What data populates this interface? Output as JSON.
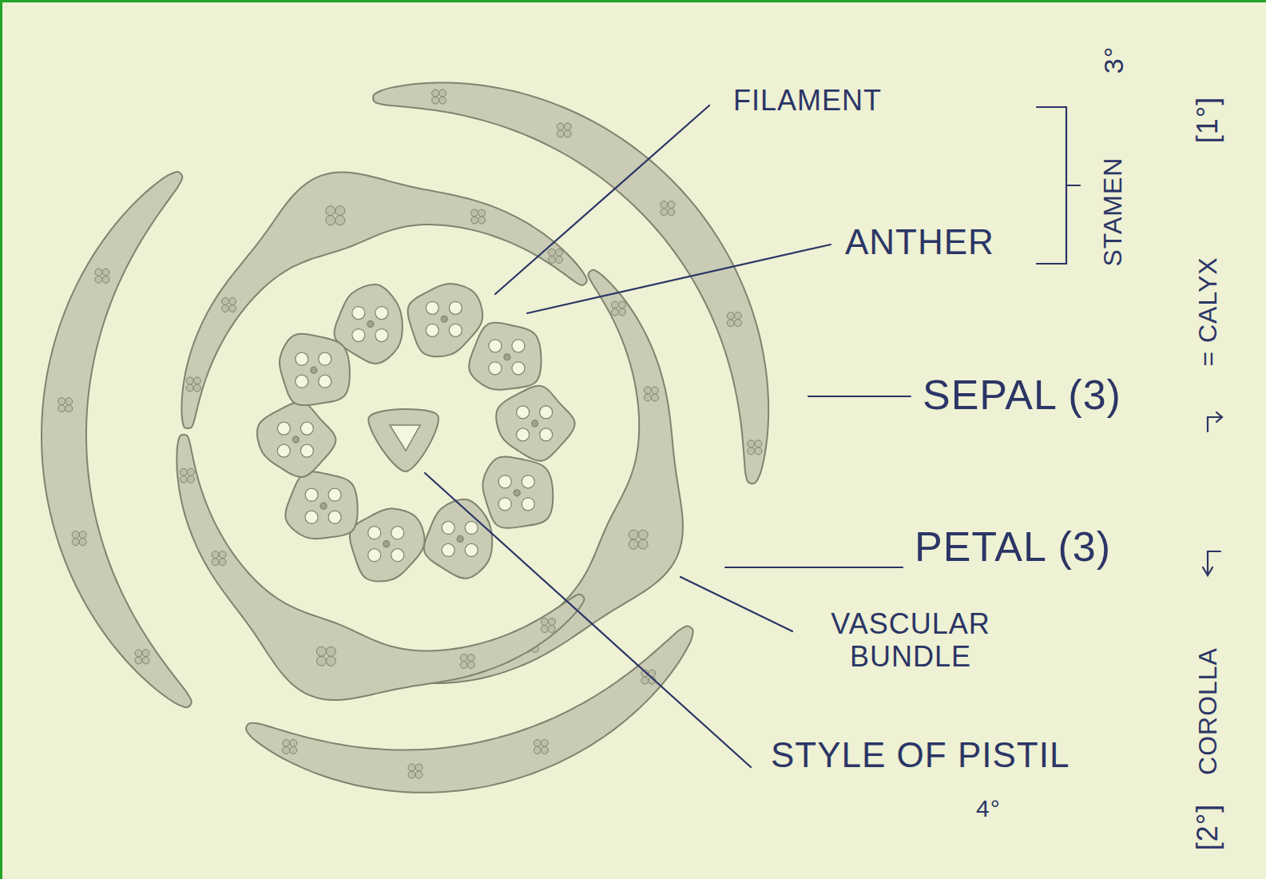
{
  "diagram": {
    "labels": [
      "FILAMENT",
      "ANTHER",
      "STAMEN",
      "3°",
      "SEPAL (3)",
      "= CALYX",
      "[1°]",
      "PETAL (3)",
      "VASCULAR BUNDLE",
      "STYLE OF PISTIL",
      "4°",
      "COROLLA",
      "[2°]"
    ]
  }
}
